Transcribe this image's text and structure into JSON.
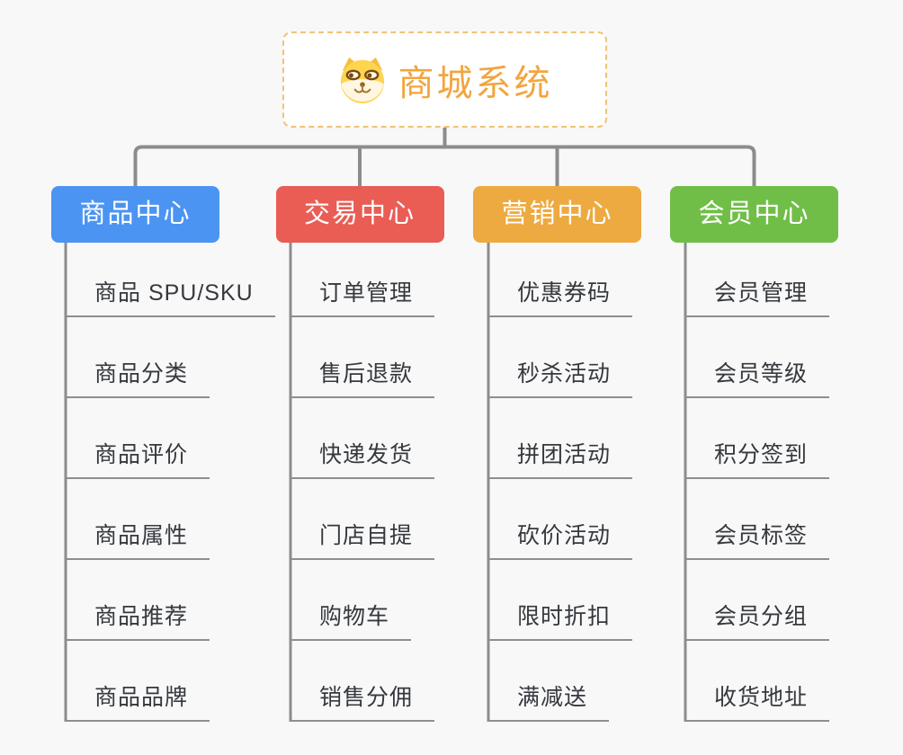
{
  "page": {
    "background_color": "#F8F8F8",
    "connector_color": "#8C8C8C"
  },
  "root": {
    "title": "商城系统",
    "icon": "dog-face-icon",
    "accent_color": "#F2A53F",
    "border_color": "#F2C277"
  },
  "branches": [
    {
      "label": "商品中心",
      "color": "#4B94F2",
      "items": [
        "商品 SPU/SKU",
        "商品分类",
        "商品评价",
        "商品属性",
        "商品推荐",
        "商品品牌"
      ]
    },
    {
      "label": "交易中心",
      "color": "#E95D55",
      "items": [
        "订单管理",
        "售后退款",
        "快递发货",
        "门店自提",
        "购物车",
        "销售分佣"
      ]
    },
    {
      "label": "营销中心",
      "color": "#EDAA40",
      "items": [
        "优惠券码",
        "秒杀活动",
        "拼团活动",
        "砍价活动",
        "限时折扣",
        "满减送"
      ]
    },
    {
      "label": "会员中心",
      "color": "#70BE48",
      "items": [
        "会员管理",
        "会员等级",
        "积分签到",
        "会员标签",
        "会员分组",
        "收货地址"
      ]
    }
  ]
}
